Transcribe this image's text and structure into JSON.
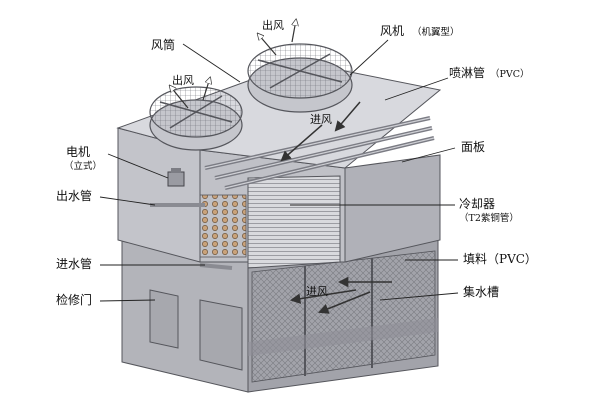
{
  "labels": {
    "fan_cylinder": "风筒",
    "fan": "风机",
    "fan_note": "（机翼型）",
    "air_out_1": "出风",
    "air_out_2": "出风",
    "spray_pipe": "喷淋管",
    "spray_pipe_note": "（PVC）",
    "motor": "电机",
    "motor_note": "（立式）",
    "air_in_top": "进风",
    "panel": "面板",
    "outlet_pipe": "出水管",
    "cooler": "冷却器",
    "cooler_note": "（T2紫铜管）",
    "inlet_pipe": "进水管",
    "fill": "填料（PVC）",
    "air_in_bottom": "进风",
    "collection_tank": "集水槽",
    "access_door": "检修门"
  },
  "colors": {
    "casing_front": "#b8b9bf",
    "casing_side": "#9fa0a8",
    "casing_top": "#d7d8dd",
    "edge": "#55565c",
    "leader": "#222222"
  }
}
